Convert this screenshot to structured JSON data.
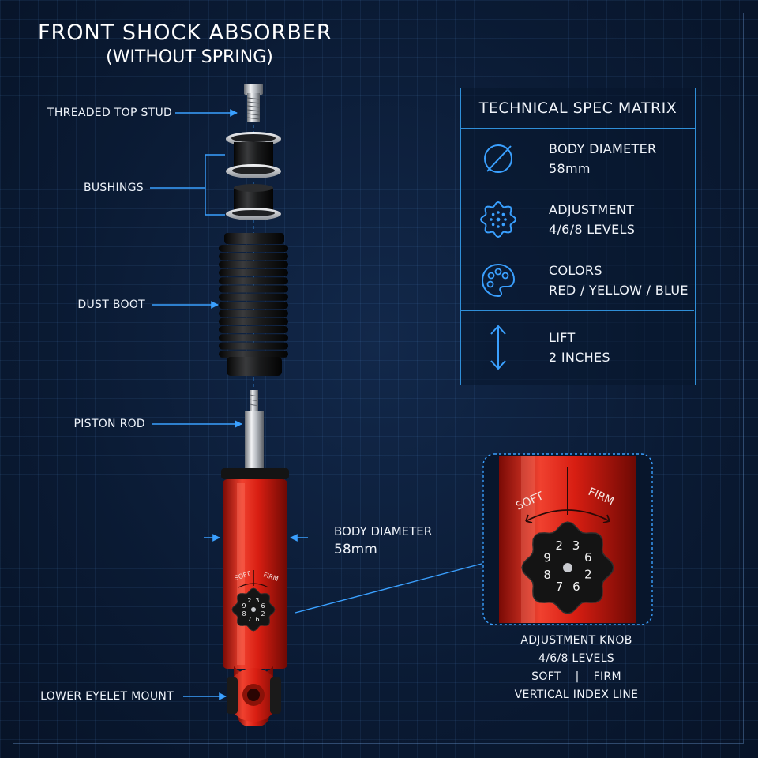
{
  "title": "FRONT SHOCK ABSORBER",
  "subtitle": "(WITHOUT SPRING)",
  "callouts": {
    "top_stud": "THREADED TOP STUD",
    "bushings": "BUSHINGS",
    "dust_boot": "DUST BOOT",
    "piston_rod": "PISTON ROD",
    "lower_eyelet": "LOWER EYELET MOUNT"
  },
  "body_diameter": {
    "label": "BODY DIAMETER",
    "value": "58mm"
  },
  "knob_mark": {
    "soft": "SOFT",
    "firm": "FIRM",
    "numbers": [
      "2",
      "3",
      "6",
      "2",
      "6",
      "7",
      "8",
      "9"
    ]
  },
  "spec_matrix": {
    "title": "TECHNICAL SPEC MATRIX",
    "rows": [
      {
        "icon": "diameter-icon",
        "label": "BODY DIAMETER",
        "value": "58mm"
      },
      {
        "icon": "adjustment-dial-icon",
        "label": "ADJUSTMENT",
        "value": "4/6/8 LEVELS"
      },
      {
        "icon": "palette-icon",
        "label": "COLORS",
        "value": "RED / YELLOW / BLUE"
      },
      {
        "icon": "vertical-arrow-icon",
        "label": "LIFT",
        "value": "2 INCHES"
      }
    ]
  },
  "knob_detail": {
    "caption_line1": "ADJUSTMENT KNOB",
    "caption_line2": "4/6/8 LEVELS",
    "soft": "SOFT",
    "separator": "|",
    "firm": "FIRM",
    "caption_line4": "VERTICAL INDEX LINE"
  },
  "colors": {
    "accent": "#2f8fd8",
    "line": "#3aa0ff",
    "body_red": "#d81e12",
    "background": "#0a1a33"
  }
}
